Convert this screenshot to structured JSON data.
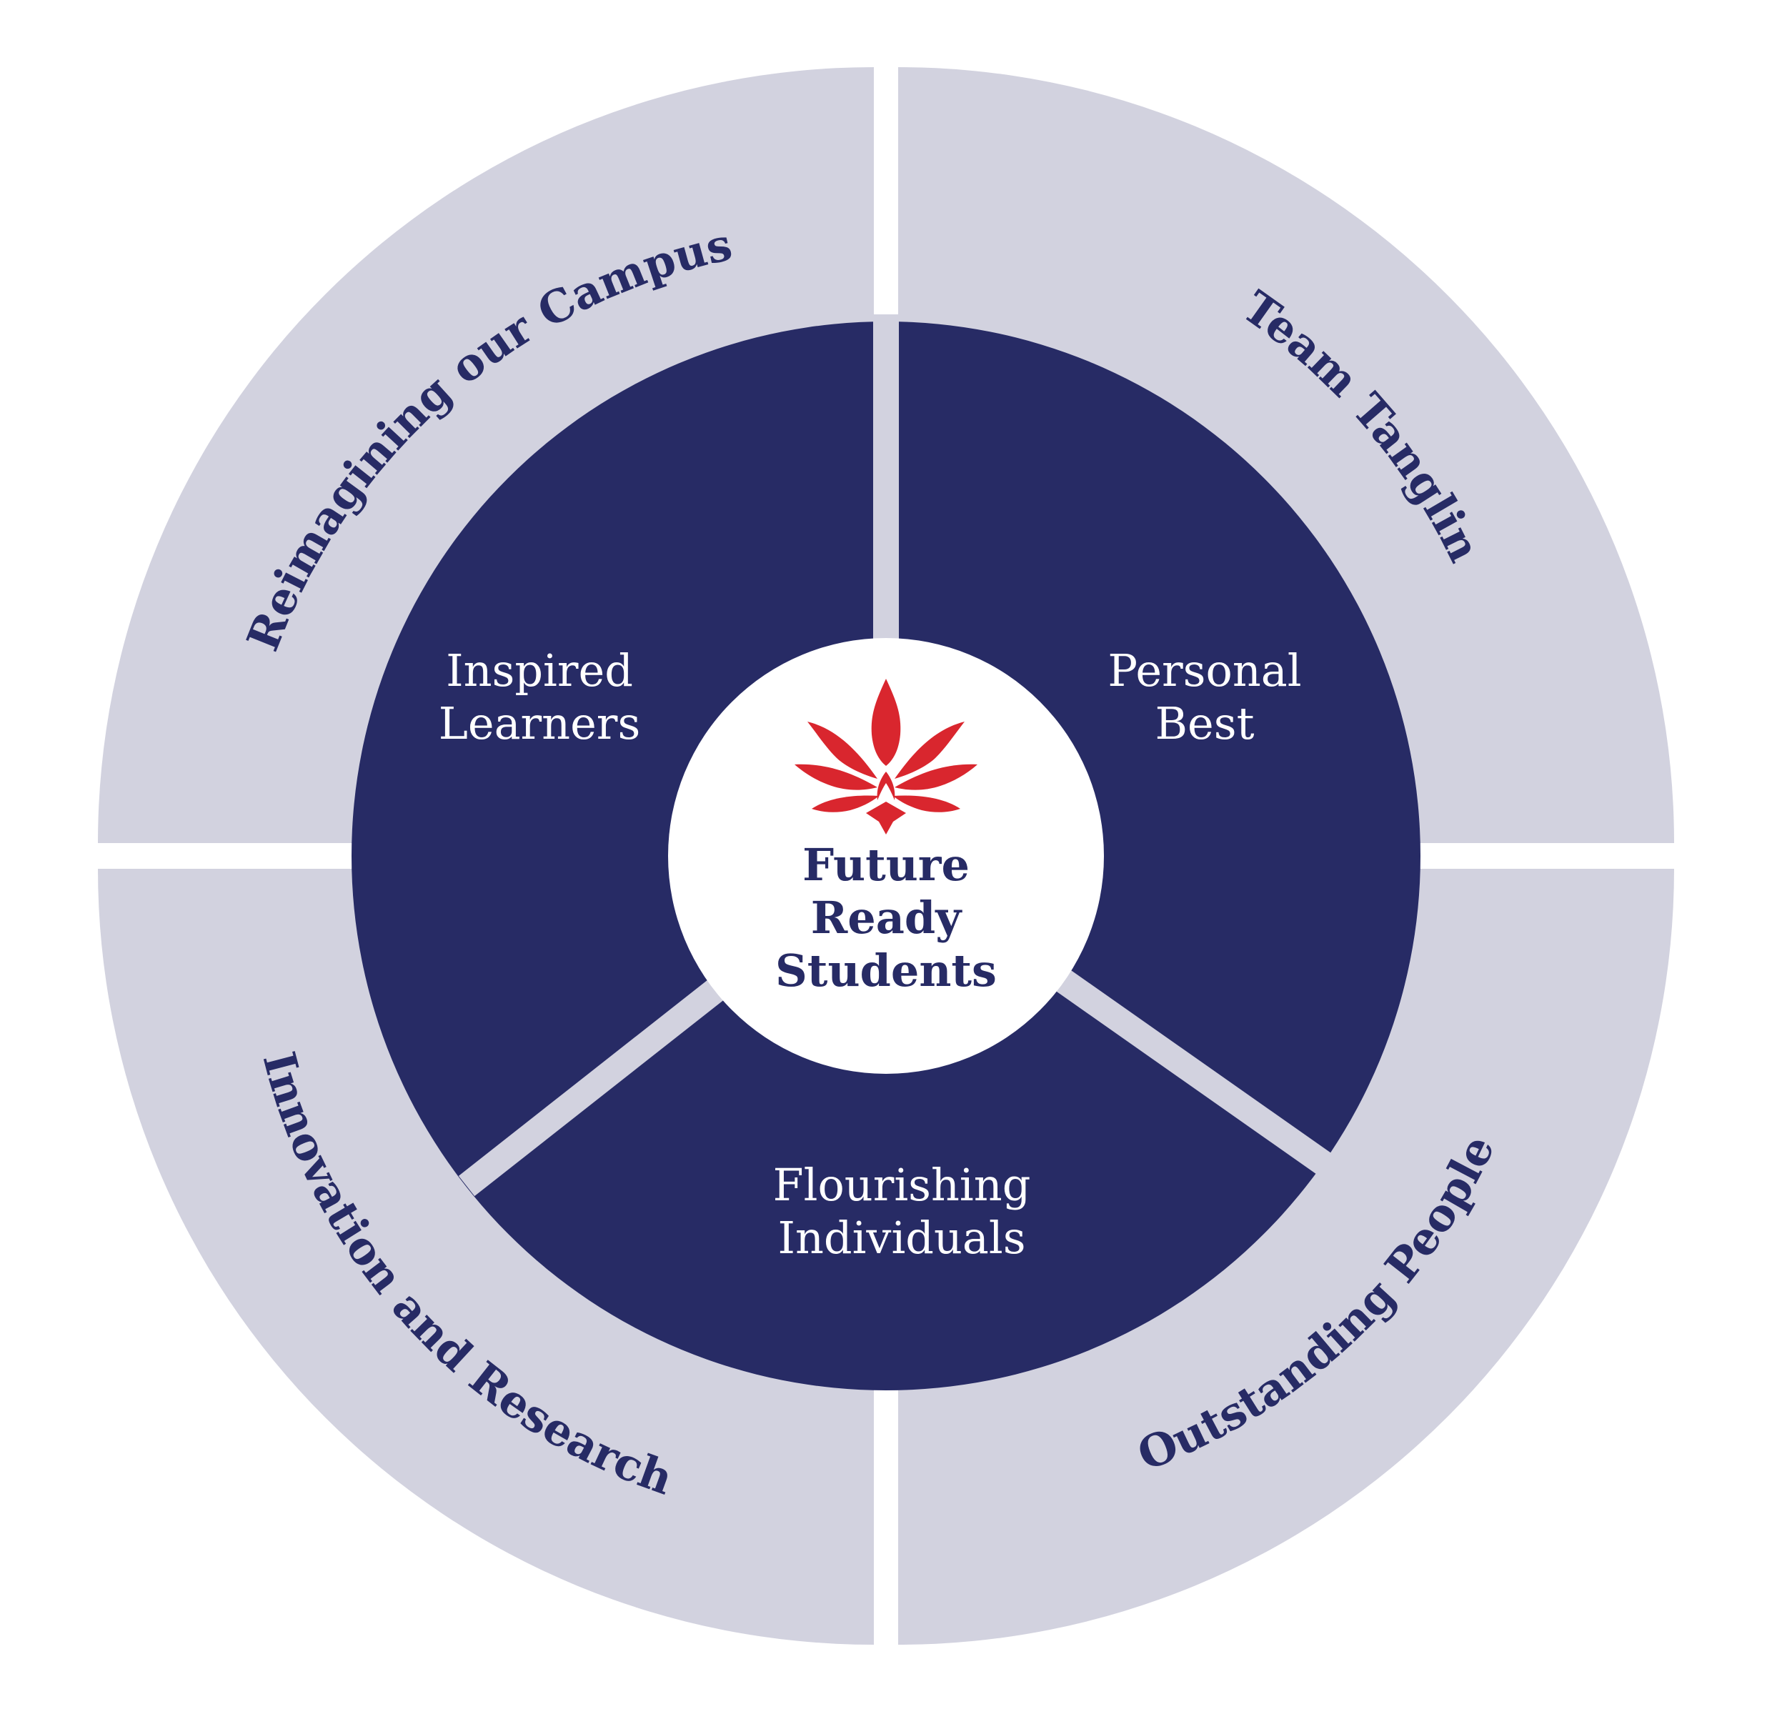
{
  "colors": {
    "background": "#ffffff",
    "outer_ring": "#d2d2df",
    "inner_ring": "#272b65",
    "center": "#ffffff",
    "outer_text": "#272b65",
    "inner_text": "#ffffff",
    "center_text": "#272b65",
    "emblem": "#d9262e"
  },
  "outer_ring": {
    "items": [
      {
        "label": "Reimagining our Campus"
      },
      {
        "label": "Team Tanglin"
      },
      {
        "label": "Innovation and Research"
      },
      {
        "label": "Outstanding People"
      }
    ]
  },
  "inner_ring": {
    "items": [
      {
        "line1": "Inspired",
        "line2": "Learners"
      },
      {
        "line1": "Personal",
        "line2": "Best"
      },
      {
        "line1": "Flourishing",
        "line2": "Individuals"
      }
    ]
  },
  "center": {
    "emblem": "fleur-emblem-icon",
    "line1": "Future",
    "line2": "Ready",
    "line3": "Students"
  }
}
